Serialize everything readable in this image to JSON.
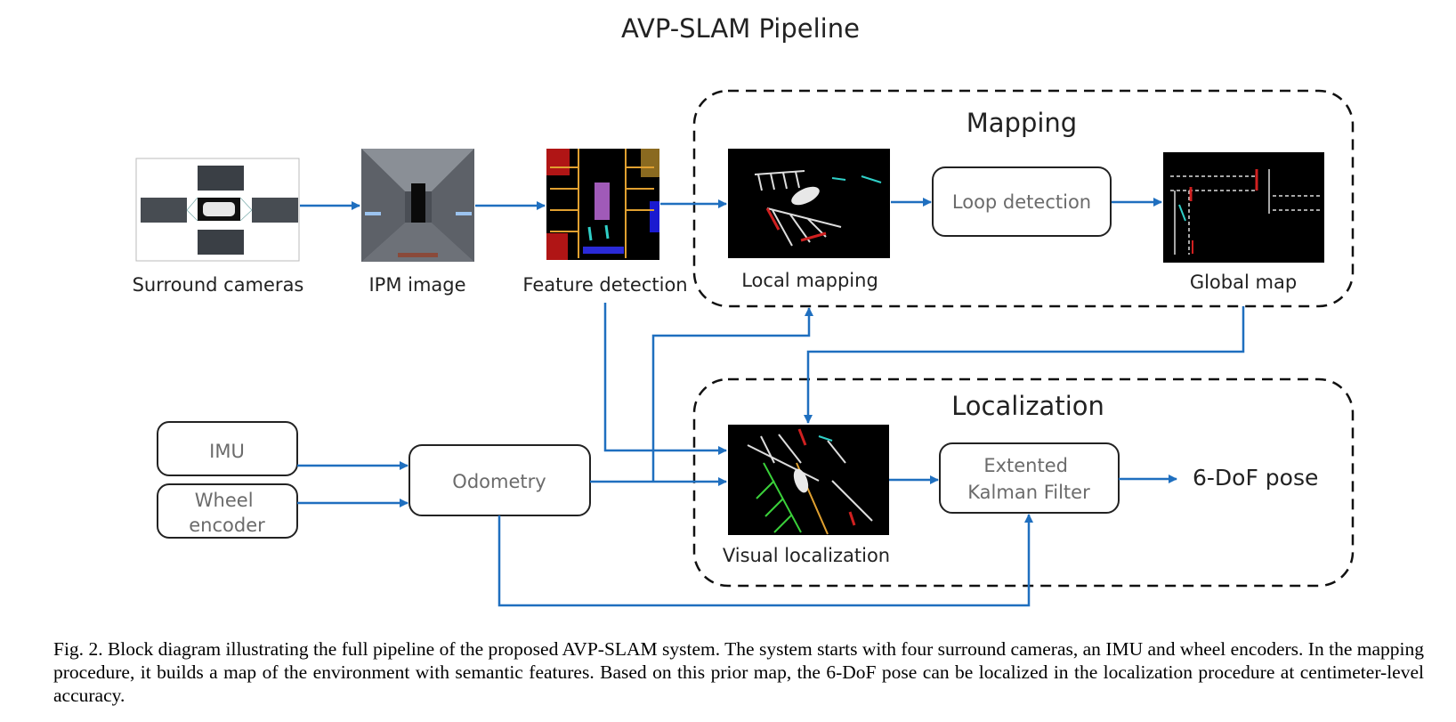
{
  "title": "AVP-SLAM Pipeline",
  "groups": {
    "mapping": "Mapping",
    "localization": "Localization"
  },
  "nodes": {
    "surround_cameras": "Surround cameras",
    "ipm_image": "IPM image",
    "feature_detection": "Feature detection",
    "local_mapping": "Local mapping",
    "loop_detection": "Loop detection",
    "global_map": "Global map",
    "imu": "IMU",
    "wheel_encoder": [
      "Wheel",
      "encoder"
    ],
    "odometry": "Odometry",
    "visual_localization": "Visual localization",
    "ekf": [
      "Extented",
      "Kalman Filter"
    ],
    "pose": "6-DoF pose"
  },
  "caption": "Fig. 2.   Block diagram illustrating the full pipeline of the proposed AVP-SLAM system. The system starts with four surround cameras, an IMU and wheel encoders. In the mapping procedure, it builds a map of the environment with semantic features. Based on this prior map, the 6-DoF pose can be localized in the localization procedure at centimeter-level accuracy.",
  "colors": {
    "arrow": "#1f6fbf",
    "box_text": "#6b6b6b",
    "label_text": "#222222"
  }
}
